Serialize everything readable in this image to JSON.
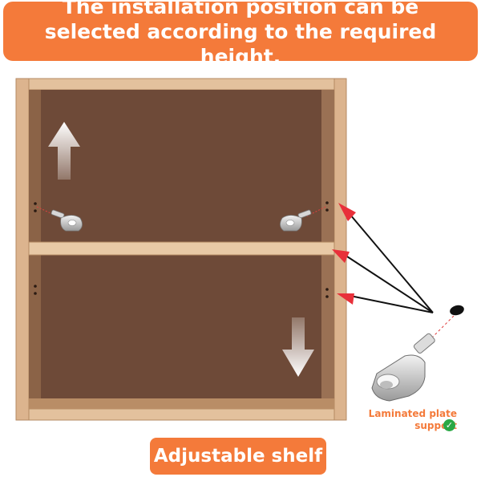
{
  "header": {
    "title": "The installation position can be selected according to the required height."
  },
  "callout": {
    "caption_line1": "Laminated plate",
    "caption_line2": "support"
  },
  "footer": {
    "label": "Adjustable shelf"
  },
  "colors": {
    "accent": "#f47a3a",
    "cabinet_back": "#6e4a38",
    "cabinet_frame": "#d8b08a",
    "check": "#2aa845"
  },
  "icons": [
    "up-arrow-icon",
    "down-arrow-icon",
    "check-icon",
    "shelf-support-pin-icon"
  ]
}
